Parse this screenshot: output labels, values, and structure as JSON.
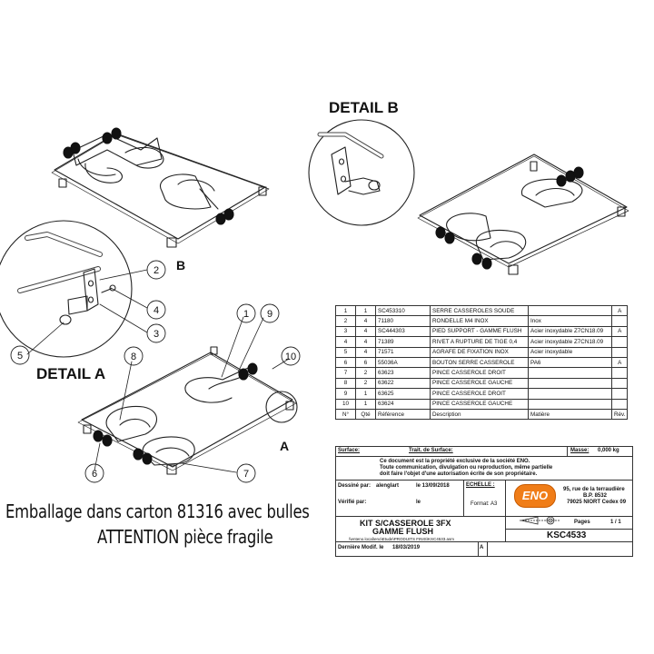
{
  "details": {
    "detail_b_title": "DETAIL B",
    "detail_a_title": "DETAIL A",
    "view_label_b": "B",
    "view_label_a": "A"
  },
  "callouts": [
    "1",
    "2",
    "3",
    "4",
    "5",
    "6",
    "7",
    "8",
    "9",
    "10"
  ],
  "note": {
    "line1": "Emballage dans carton 81316 avec bulles",
    "line2": "ATTENTION pièce fragile"
  },
  "parts_table": {
    "rows": [
      {
        "n": "1",
        "qty": "1",
        "ref": "SC453310",
        "desc": "SERRE CASSEROLES SOUDE",
        "mat": "",
        "rev": "A"
      },
      {
        "n": "2",
        "qty": "4",
        "ref": "71180",
        "desc": "RONDELLE M4 INOX",
        "mat": "Inox",
        "rev": ""
      },
      {
        "n": "3",
        "qty": "4",
        "ref": "SC444303",
        "desc": "PIED SUPPORT - GAMME FLUSH",
        "mat": "Acier inoxydable Z7CN18.09",
        "rev": "A"
      },
      {
        "n": "4",
        "qty": "4",
        "ref": "71389",
        "desc": "RIVET A RUPTURE DE TIGE 0,4",
        "mat": "Acier inoxydable Z7CN18.09",
        "rev": ""
      },
      {
        "n": "5",
        "qty": "4",
        "ref": "71571",
        "desc": "AGRAFE DE FIXATION INOX",
        "mat": "Acier inoxydable",
        "rev": ""
      },
      {
        "n": "6",
        "qty": "6",
        "ref": "55036A",
        "desc": "BOUTON SERRE CASSEROLE",
        "mat": "PA6",
        "rev": "A"
      },
      {
        "n": "7",
        "qty": "2",
        "ref": "63623",
        "desc": "PINCE CASSEROLE DROIT",
        "mat": "",
        "rev": ""
      },
      {
        "n": "8",
        "qty": "2",
        "ref": "63622",
        "desc": "PINCE CASSEROLE GAUCHE",
        "mat": "",
        "rev": ""
      },
      {
        "n": "9",
        "qty": "1",
        "ref": "63625",
        "desc": "PINCE CASSEROLE DROIT",
        "mat": "",
        "rev": ""
      },
      {
        "n": "10",
        "qty": "1",
        "ref": "63624",
        "desc": "PINCE CASSEROLE GAUCHE",
        "mat": "",
        "rev": ""
      }
    ],
    "header": {
      "n": "N°",
      "qty": "Qté",
      "ref": "Référence",
      "desc": "Description",
      "mat": "Matière",
      "rev": "Rév."
    }
  },
  "title_block": {
    "surface_label": "Surface:",
    "trait_label": "Trait. de Surface:",
    "masse_label": "Masse:",
    "masse_value": "0,000 kg",
    "legal1": "Ce document est la propriété exclusive de la société ENO.",
    "legal2": "Toute communication, divulgation ou reproduction, même partielle",
    "legal3": "doit faire l'objet d'une autorisation écrite de son propriétaire.",
    "dessine_label": "Dessiné par:",
    "dessine_value": "alenglart",
    "dessine_date": "le 13/09/2018",
    "verifie_label": "Vérifié par:",
    "verifie_date": "le",
    "echelle_label": "ECHELLE :",
    "format_label": "Format:",
    "format_value": "A3",
    "logo_text": "ENO",
    "address1": "95, rue de la terraudière",
    "address2": "B.P. 8532",
    "address3": "79025 NIORT Cedex 09",
    "title1": "KIT S/CASSEROLE 3FX",
    "title2": "GAMME FLUSH",
    "path": "\\\\enteno.local\\eno\\Etude\\PRODUITS FINIS\\KSC4533.asm",
    "pages_label": "Pages",
    "pages_value": "1 / 1",
    "ref_code": "KSC4533",
    "modif_label": "Dernière Modif. le",
    "modif_date": "18/03/2019",
    "rev_letter": "A"
  }
}
